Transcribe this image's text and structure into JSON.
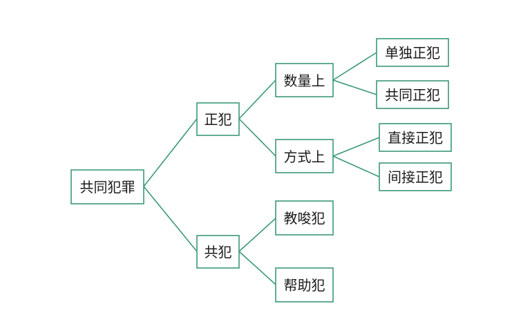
{
  "diagram": {
    "root": {
      "label": "共同犯罪"
    },
    "principal": {
      "label": "正犯"
    },
    "accomplice": {
      "label": "共犯"
    },
    "by_number": {
      "label": "数量上"
    },
    "by_manner": {
      "label": "方式上"
    },
    "sole_principal": {
      "label": "单独正犯"
    },
    "joint_principal": {
      "label": "共同正犯"
    },
    "direct_principal": {
      "label": "直接正犯"
    },
    "indirect_principal": {
      "label": "间接正犯"
    },
    "instigator": {
      "label": "教唆犯"
    },
    "abettor": {
      "label": "帮助犯"
    }
  },
  "colors": {
    "line": "#3a9878",
    "text": "#1a1a1a",
    "background": "#ffffff"
  }
}
